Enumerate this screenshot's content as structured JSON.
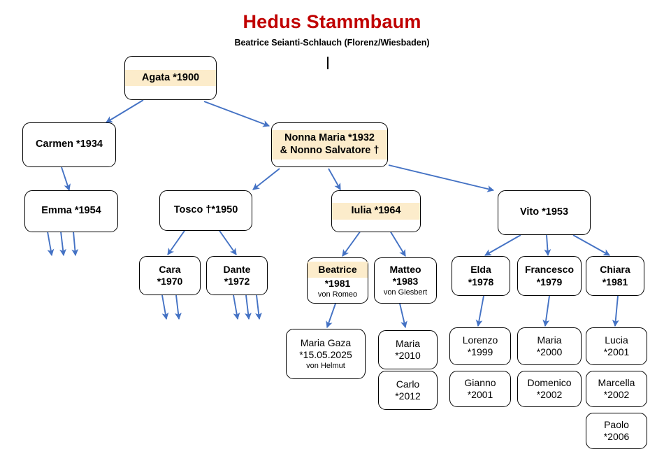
{
  "header": {
    "title": "Hedus Stammbaum",
    "subtitle": "Beatrice Seianti-Schlauch (Florenz/Wiesbaden)",
    "title_color": "#C00000",
    "highlight_color": "#FCECCB",
    "arrow_color": "#4472C4"
  },
  "nodes": {
    "agata": {
      "name": "Agata *1900"
    },
    "carmen": {
      "name": "Carmen *1934"
    },
    "emma": {
      "name": "Emma *1954"
    },
    "nonna": {
      "line1": "Nonna Maria *1932",
      "line2": "& Nonno Salvatore †"
    },
    "tosco": {
      "name": "Tosco †*1950"
    },
    "iulia": {
      "name": "Iulia *1964"
    },
    "vito": {
      "name": "Vito *1953"
    },
    "cara": {
      "line1": "Cara",
      "line2": "*1970"
    },
    "dante": {
      "line1": "Dante",
      "line2": "*1972"
    },
    "beatrice": {
      "line1": "Beatrice",
      "line2": "*1981",
      "note": "von Romeo"
    },
    "matteo": {
      "line1": "Matteo",
      "line2": "*1983",
      "note": "von Giesbert"
    },
    "elda": {
      "line1": "Elda",
      "line2": "*1978"
    },
    "francesco": {
      "line1": "Francesco",
      "line2": "*1979"
    },
    "chiara": {
      "line1": "Chiara",
      "line2": "*1981"
    },
    "maria_gaza": {
      "line1": "Maria Gaza",
      "line2": "*15.05.2025",
      "note": "von Helmut"
    },
    "maria2010": {
      "line1": "Maria",
      "line2": "*2010"
    },
    "carlo": {
      "line1": "Carlo",
      "line2": "*2012"
    },
    "lorenzo": {
      "line1": "Lorenzo",
      "line2": "*1999"
    },
    "gianno": {
      "line1": "Gianno",
      "line2": "*2001"
    },
    "maria2000": {
      "line1": "Maria",
      "line2": "*2000"
    },
    "domenico": {
      "line1": "Domenico",
      "line2": "*2002"
    },
    "lucia": {
      "line1": "Lucia",
      "line2": "*2001"
    },
    "marcella": {
      "line1": "Marcella",
      "line2": "*2002"
    },
    "paolo": {
      "line1": "Paolo",
      "line2": "*2006"
    }
  }
}
